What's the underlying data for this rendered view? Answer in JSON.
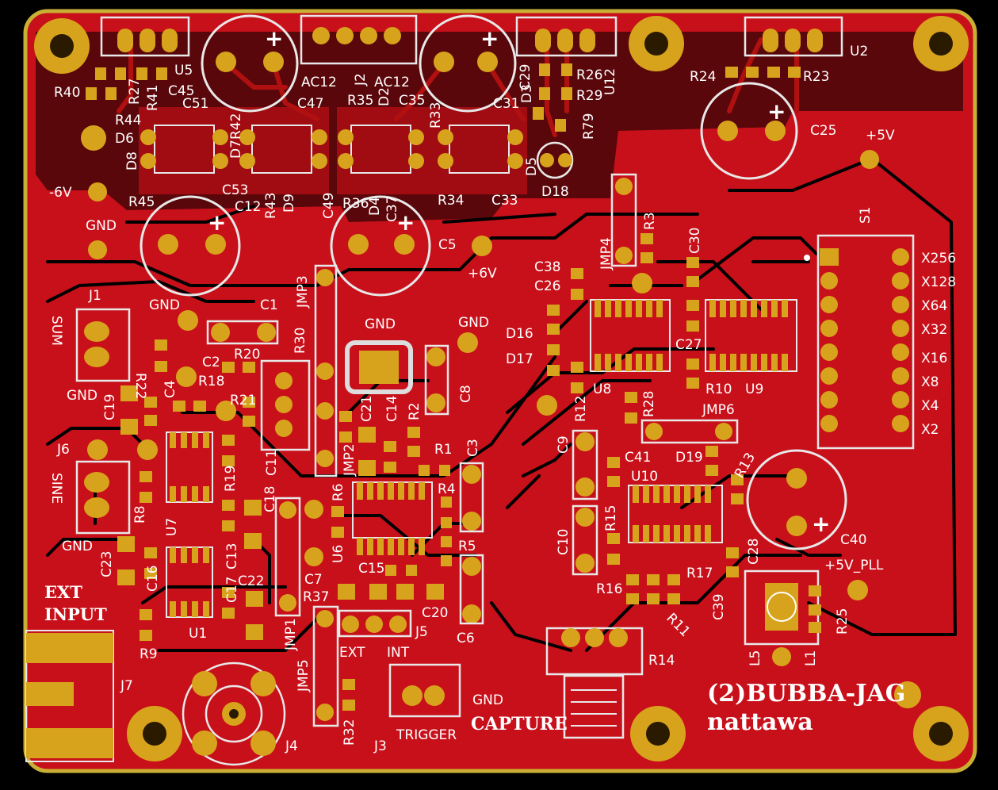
{
  "board": {
    "title_line1": "(2)BUBBA-JAG",
    "title_line2": "nattawa",
    "colors": {
      "background": "#000000",
      "board_red": "#c8101a",
      "pour_dark": "#a00c12",
      "copper": "#d8a31c",
      "silkscreen": "#ffffff",
      "edge": "#c9b034"
    }
  },
  "labels": {
    "U5": "U5",
    "U12": "U12",
    "U2": "U2",
    "J2": "J2",
    "AC12_left": "AC12",
    "AC12_right": "AC12",
    "R40": "R40",
    "R27": "R27",
    "C45": "C45",
    "R41": "R41",
    "C51": "C51",
    "R42": "R42",
    "C47": "C47",
    "R35": "R35",
    "D2": "D2",
    "C35": "C35",
    "R33": "R33",
    "C31": "C31",
    "D3": "D3",
    "R26": "R26",
    "R29": "R29",
    "C29": "C29",
    "R79": "R79",
    "R24": "R24",
    "R23": "R23",
    "C25": "C25",
    "plus5V_top": "+5V",
    "R44": "R44",
    "D6": "D6",
    "D7": "D7",
    "D8": "D8",
    "D5": "D5",
    "D18": "D18",
    "minus6V": "-6V",
    "R45": "R45",
    "C53": "C53",
    "C12": "C12",
    "R43": "R43",
    "D9": "D9",
    "C49": "C49",
    "R36": "R36",
    "D4": "D4",
    "C37": "C37",
    "R34": "R34",
    "C33": "C33",
    "S1": "S1",
    "GND_1": "GND",
    "C5": "C5",
    "plus6V": "+6V",
    "R3": "R3",
    "C30": "C30",
    "JMP4": "JMP4",
    "JMP3": "JMP3",
    "X256": "X256",
    "X128": "X128",
    "X64": "X64",
    "X32": "X32",
    "X16": "X16",
    "X8": "X8",
    "X4": "X4",
    "X2": "X2",
    "J1": "J1",
    "SUM": "SUM",
    "GND_2": "GND",
    "C1": "C1",
    "GND_3": "GND",
    "GND_4": "GND",
    "C38": "C38",
    "C26": "C26",
    "D16": "D16",
    "D17": "D17",
    "C27": "C27",
    "R30": "R30",
    "R22": "R22",
    "R20": "R20",
    "C2": "C2",
    "C4": "C4",
    "R18": "R18",
    "R21": "R21",
    "C8": "C8",
    "U8": "U8",
    "R10": "R10",
    "U9": "U9",
    "R28": "R28",
    "R12": "R12",
    "JMP6": "JMP6",
    "GND_5": "GND",
    "C19": "C19",
    "C21": "C21",
    "C14": "C14",
    "R2": "R2",
    "C11": "C11",
    "JMP2": "JMP2",
    "R1": "R1",
    "C3": "C3",
    "C9": "C9",
    "C41": "C41",
    "D19": "D19",
    "R13": "R13",
    "J6": "J6",
    "SINE": "SINE",
    "R19": "R19",
    "R8": "R8",
    "U7": "U7",
    "C18": "C18",
    "R6": "R6",
    "R4": "R4",
    "U10": "U10",
    "R15": "R15",
    "C10": "C10",
    "C40": "C40",
    "GND_6": "GND",
    "C23": "C23",
    "C16": "C16",
    "C13": "C13",
    "U6": "U6",
    "R5": "R5",
    "C28": "C28",
    "plus5V_PLL": "+5V_PLL",
    "R17": "R17",
    "EXT_INPUT_1": "EXT",
    "EXT_INPUT_2": "INPUT",
    "C17": "C17",
    "C22": "C22",
    "C7": "C7",
    "C15": "C15",
    "R16": "R16",
    "C39": "C39",
    "R25": "R25",
    "R37": "R37",
    "C20": "C20",
    "C6": "C6",
    "R11": "R11",
    "U1": "U1",
    "R9": "R9",
    "JMP1": "JMP1",
    "J5": "J5",
    "R14": "R14",
    "L5": "L5",
    "L1": "L1",
    "J7": "J7",
    "JMP5": "JMP5",
    "EXT": "EXT",
    "INT": "INT",
    "GND_7": "GND",
    "R32": "R32",
    "J3": "J3",
    "TRIGGER": "TRIGGER",
    "CAPTURE": "CAPTURE",
    "J4": "J4"
  }
}
